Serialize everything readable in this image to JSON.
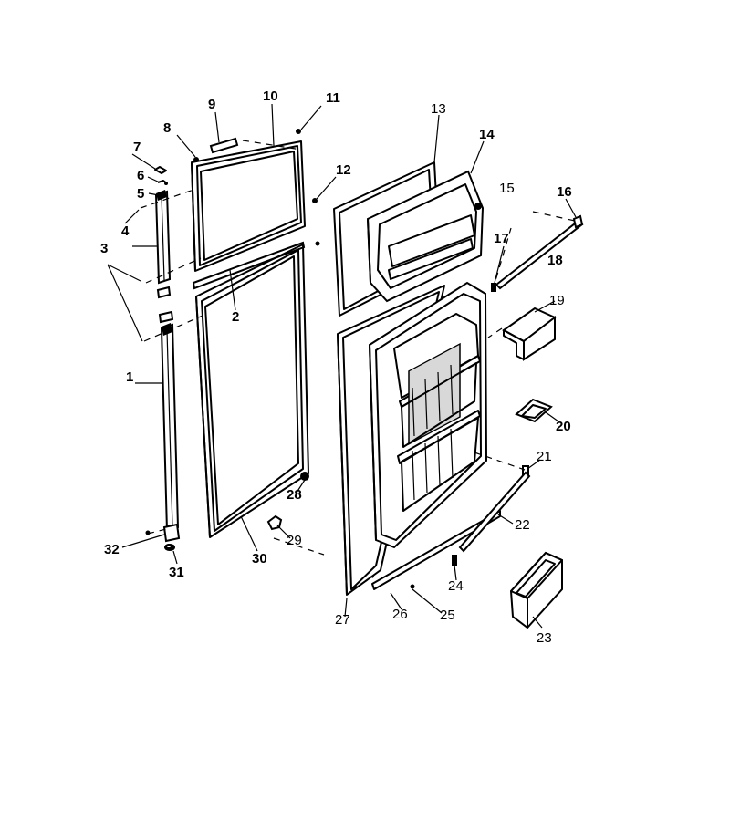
{
  "diagram": {
    "callouts": {
      "c1": "1",
      "c2": "2",
      "c3": "3",
      "c4": "4",
      "c5": "5",
      "c6": "6",
      "c7": "7",
      "c8": "8",
      "c9": "9",
      "c10": "10",
      "c11": "11",
      "c12": "12",
      "c13": "13",
      "c14": "14",
      "c15": "15",
      "c16": "16",
      "c17": "17",
      "c18": "18",
      "c19": "19",
      "c20": "20",
      "c21": "21",
      "c22": "22",
      "c23": "23",
      "c24": "24",
      "c25": "25",
      "c26": "26",
      "c27": "27",
      "c28": "28",
      "c29": "29",
      "c30": "30",
      "c31": "31",
      "c32": "32"
    }
  }
}
